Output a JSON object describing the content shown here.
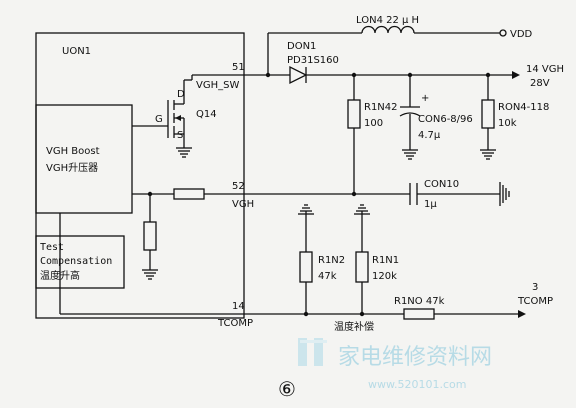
{
  "chip": {
    "name": "UON1",
    "boost_line1": "VGH Boost",
    "boost_line2": "VGH升压器",
    "test_line1": "Test",
    "test_line2": "Compensation",
    "test_line3": "温度升高"
  },
  "pins": {
    "p51_num": "51",
    "p51_name": "VGH_SW",
    "p52_num": "52",
    "p52_name": "VGH",
    "p14_num": "14",
    "p14_name": "TCOMP"
  },
  "transistor": {
    "name": "Q14",
    "d": "D",
    "g": "G",
    "s": "S"
  },
  "inductor": {
    "label": "LON4 22 μ H",
    "vdd": "VDD"
  },
  "diode": {
    "name": "DON1",
    "part": "PD31S160"
  },
  "output": {
    "line1": "14 VGH",
    "line2": "28V"
  },
  "r1n42": {
    "name": "R1N42",
    "value": "100"
  },
  "con6": {
    "name": "CON6-8/96",
    "value": "4.7μ",
    "plus": "+"
  },
  "ron4": {
    "name": "RON4-118",
    "value": "10k"
  },
  "con10": {
    "name": "CON10",
    "value": "1μ"
  },
  "r1n2": {
    "name": "R1N2",
    "value": "47k"
  },
  "r1n1": {
    "name": "R1N1",
    "value": "120k"
  },
  "r1n0": {
    "name": "R1NO 47k"
  },
  "tcomp_in": {
    "num": "3",
    "name": "TCOMP"
  },
  "temp_label": "温度补偿",
  "watermark": {
    "text": "家电维修资料网",
    "url": "www.520101.com"
  },
  "figure_number": "⑥"
}
